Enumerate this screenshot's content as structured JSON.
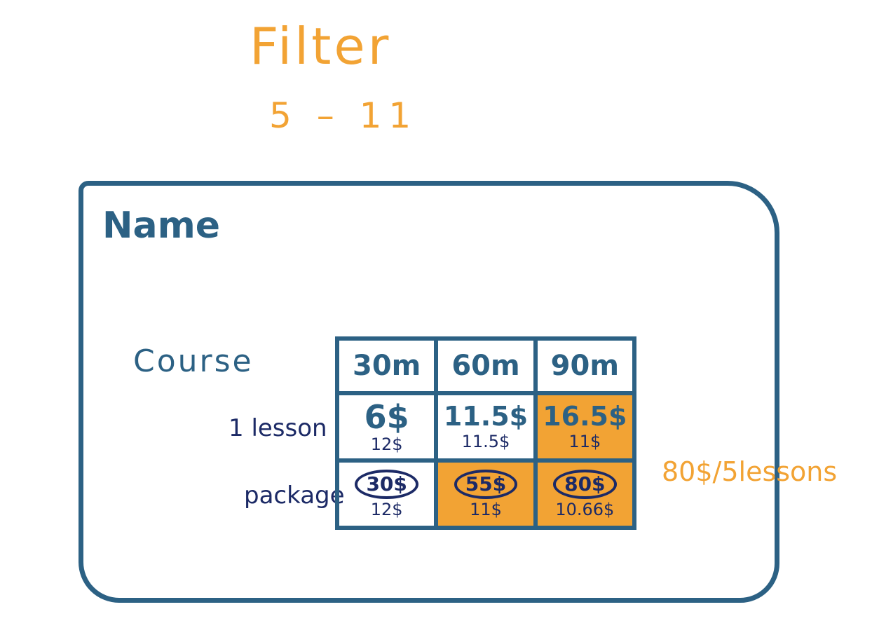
{
  "filter": {
    "title": "Filter",
    "range": "5 – 11"
  },
  "card": {
    "name_label": "Name",
    "course_label": "Course",
    "table": {
      "columns": [
        "30m",
        "60m",
        "90m"
      ],
      "rows": [
        {
          "label": "1 lesson",
          "cells": [
            {
              "main": "6$",
              "sub": "12$",
              "highlighted": false
            },
            {
              "main": "11.5$",
              "sub": "11.5$",
              "highlighted": false
            },
            {
              "main": "16.5$",
              "sub": "11$",
              "highlighted": true
            }
          ]
        },
        {
          "label": "package",
          "cells": [
            {
              "main": "30$",
              "sub": "12$",
              "highlighted": false
            },
            {
              "main": "55$",
              "sub": "11$",
              "highlighted": true
            },
            {
              "main": "80$",
              "sub": "10.66$",
              "highlighted": true
            }
          ]
        }
      ]
    }
  },
  "annotation": "80$/5lessons",
  "colors": {
    "accent_orange": "#f2a334",
    "card_blue": "#2c6184",
    "ink_navy": "#1c2a66"
  }
}
